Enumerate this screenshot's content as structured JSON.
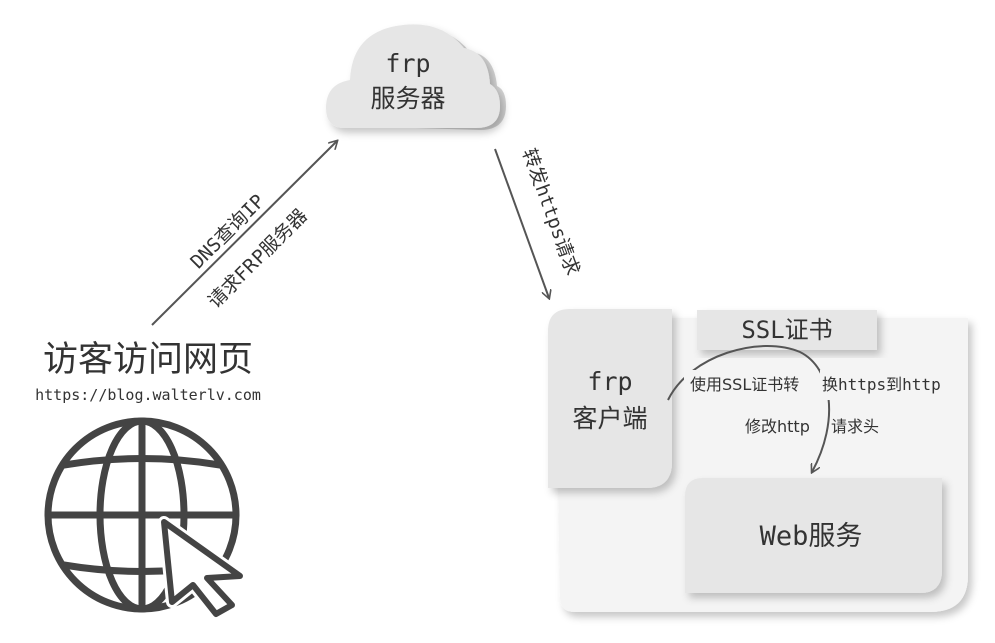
{
  "server": {
    "line1": "frp",
    "line2": "服务器"
  },
  "client": {
    "line1": "frp",
    "line2": "客户端"
  },
  "ssl_label": "SSL证书",
  "web_service": "Web服务",
  "visitor": {
    "title": "访客访问网页",
    "url": "https://blog.walterlv.com"
  },
  "edge_dns": {
    "line1": "DNS查询IP",
    "line2": "请求FRP服务器"
  },
  "edge_forward": "转发https请求",
  "annotation": {
    "line1a": "使用SSL证书转",
    "line1b": "换https到http",
    "line2a": "修改http",
    "line2b": "请求头"
  },
  "icons": {
    "globe": "globe-with-cursor-icon",
    "cloud": "cloud-shape"
  },
  "colors": {
    "shape_fill": "#e6e6e6",
    "container_fill": "#f4f4f4",
    "stroke": "#555555",
    "text": "#333333",
    "icon": "#444444"
  }
}
